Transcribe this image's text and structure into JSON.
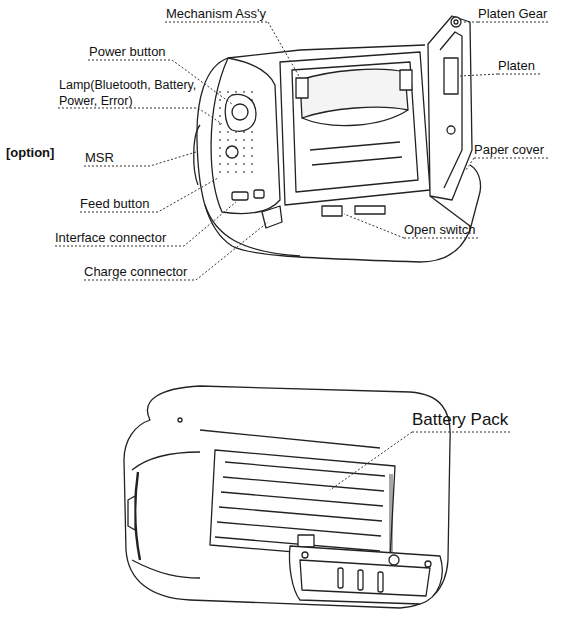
{
  "diagram": {
    "labels": [
      "Mechanism Ass'y",
      "Power button",
      "Lamp(Bluetooth, Battery, Power, Error)",
      "[option]",
      "MSR",
      "Feed button",
      "Interface connector",
      "Charge connector",
      "Platen Gear",
      "Platen",
      "Paper cover",
      "Open switch",
      "Battery Pack"
    ]
  }
}
